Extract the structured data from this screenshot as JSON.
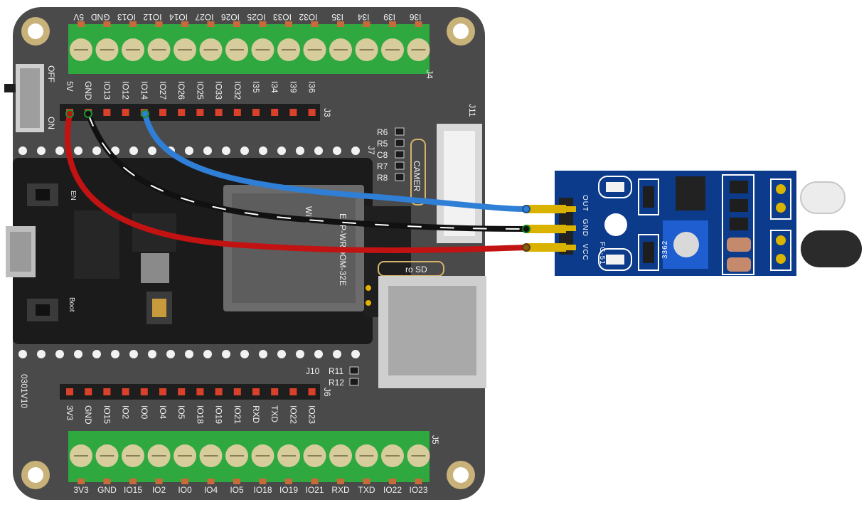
{
  "board": {
    "top_terminal_labels": [
      "5V",
      "GND",
      "IO13",
      "IO12",
      "IO14",
      "IO27",
      "IO26",
      "IO25",
      "IO33",
      "IO32",
      "I35",
      "I34",
      "I39",
      "I36"
    ],
    "top_header_labels": [
      "5V",
      "GND",
      "IO13",
      "IO12",
      "IO14",
      "IO27",
      "IO26",
      "IO25",
      "IO33",
      "IO32",
      "I35",
      "I34",
      "I39",
      "I36"
    ],
    "bottom_header_labels": [
      "3V3",
      "GND",
      "IO15",
      "IO2",
      "IO0",
      "IO4",
      "IO5",
      "IO18",
      "IO19",
      "IO21",
      "RXD",
      "TXD",
      "IO22",
      "IO23"
    ],
    "bottom_terminal_labels": [
      "3V3",
      "GND",
      "IO15",
      "IO2",
      "IO0",
      "IO4",
      "IO5",
      "IO18",
      "IO19",
      "IO21",
      "RXD",
      "TXD",
      "IO22",
      "IO23"
    ],
    "connector_j4": "J4",
    "connector_j3": "J3",
    "connector_j5": "J5",
    "connector_j6": "J6",
    "connector_j10": "J10",
    "connector_j11": "J11",
    "connector_j7": "J7",
    "switch_off": "OFF",
    "switch_on": "ON",
    "resistor_labels": [
      "R6",
      "R5",
      "C8",
      "R7",
      "R8"
    ],
    "resistor_bottom": [
      "R11",
      "R12"
    ],
    "camera_label": "CAMER",
    "sd_label": "ro SD",
    "board_version": "0301V10",
    "en_label": "EN",
    "boot_label": "Boot",
    "module_label": "ESP-WROOM-32E",
    "wifi_label": "WiFi"
  },
  "sensor": {
    "pin_labels": [
      "OUT",
      "GND",
      "VCC"
    ],
    "model": "FC-51",
    "pot_code": "3362"
  },
  "colors": {
    "board": "#4a4a4a",
    "terminal": "#2fa840",
    "wire_signal": "#2f7fd6",
    "wire_gnd": "#111111",
    "wire_vcc": "#c21212",
    "sensor_pcb": "#0b3b8a"
  }
}
